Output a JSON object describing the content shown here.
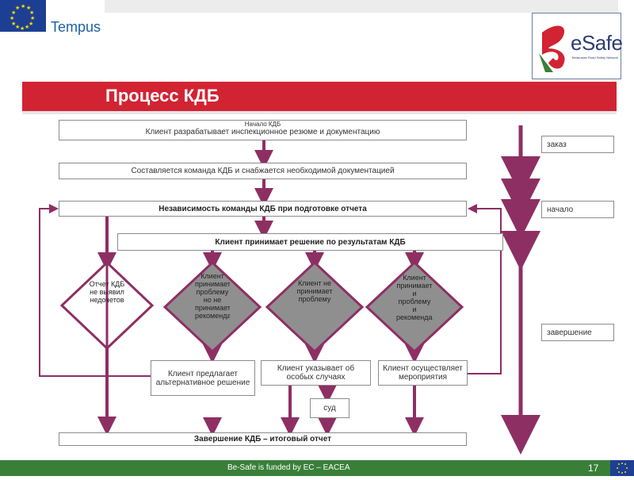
{
  "header": {
    "tempus_label": "Tempus",
    "besafe_logo_word": "eSafe",
    "besafe_logo_sub": "Belarusian Road Safety Network"
  },
  "title": "Процесс КДБ",
  "flow": {
    "start_label": "Начало КДБ",
    "step1": "Клиент разрабатывает инспекционное резюме и документацию",
    "step2": "Составляется команда КДБ и снабжается необходимой документацией",
    "step3": "Независимость команды КДБ при подготовке отчета",
    "step4": "Клиент принимает решение по результатам КДБ",
    "diamond1": "Отчет КДБ не выявил недочетов",
    "diamond2": "Клиент принимает проблему но не принимает рекомендации",
    "diamond3": "Клиент не принимает проблему",
    "diamond4": "Клиент принимает и проблему и рекомендации",
    "result1": "Клиент предлагает альтернативное решение",
    "result2": "Клиент указывает об особых случаях",
    "result3": "Клиент осуществляет мероприятия",
    "court": "суд",
    "final": "Завершение КДБ – итоговый отчет"
  },
  "phases": {
    "order": "заказ",
    "start": "начало",
    "finish": "завершение"
  },
  "footer": {
    "text": "Be-Safe is funded by EC – EACEA",
    "page": "17"
  },
  "colors": {
    "accent_red": "#d22333",
    "arrow_purple": "#8e2f63",
    "footer_green": "#3a7f38",
    "diamond_grey": "#8f8f8f"
  }
}
